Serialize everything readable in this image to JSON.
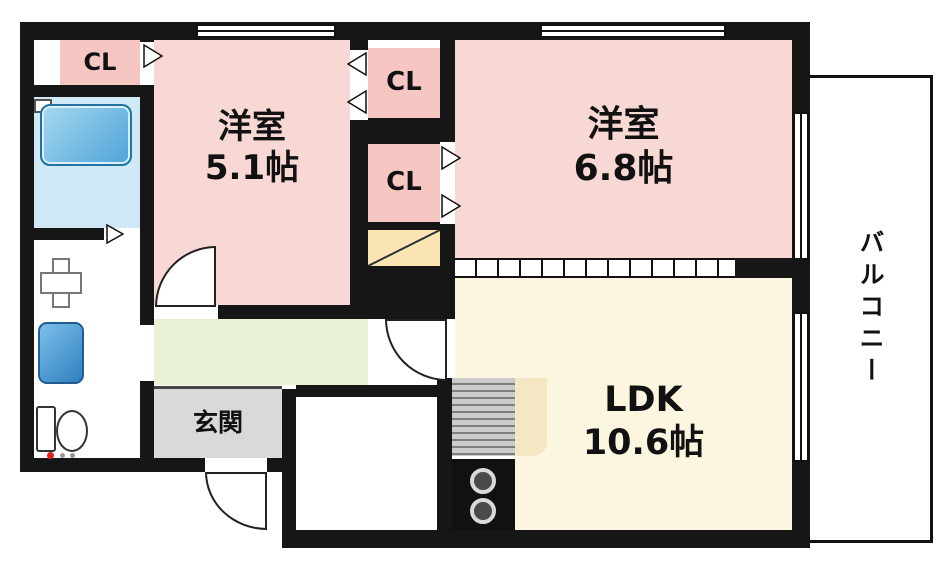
{
  "colors": {
    "wall": "#161616",
    "bedroom": "#f8d8d5",
    "closet": "#f5c6c2",
    "ldk": "#fcf5df",
    "hall": "#e9f1d5",
    "genkan": "#d9d9d9",
    "bath": "#cfeaf6",
    "shoe": "#fbe4b4"
  },
  "rooms": {
    "bedroom1": {
      "line1": "洋室",
      "line2": "5.1帖"
    },
    "bedroom2": {
      "line1": "洋室",
      "line2": "6.8帖"
    },
    "ldk": {
      "line1": "LDK",
      "line2": "10.6帖"
    },
    "closet_top_left": {
      "label": "CL"
    },
    "closet_upper": {
      "label": "CL"
    },
    "closet_lower": {
      "label": "CL"
    },
    "entrance": {
      "label": "玄関"
    },
    "balcony": {
      "label": "バルコニー"
    }
  }
}
